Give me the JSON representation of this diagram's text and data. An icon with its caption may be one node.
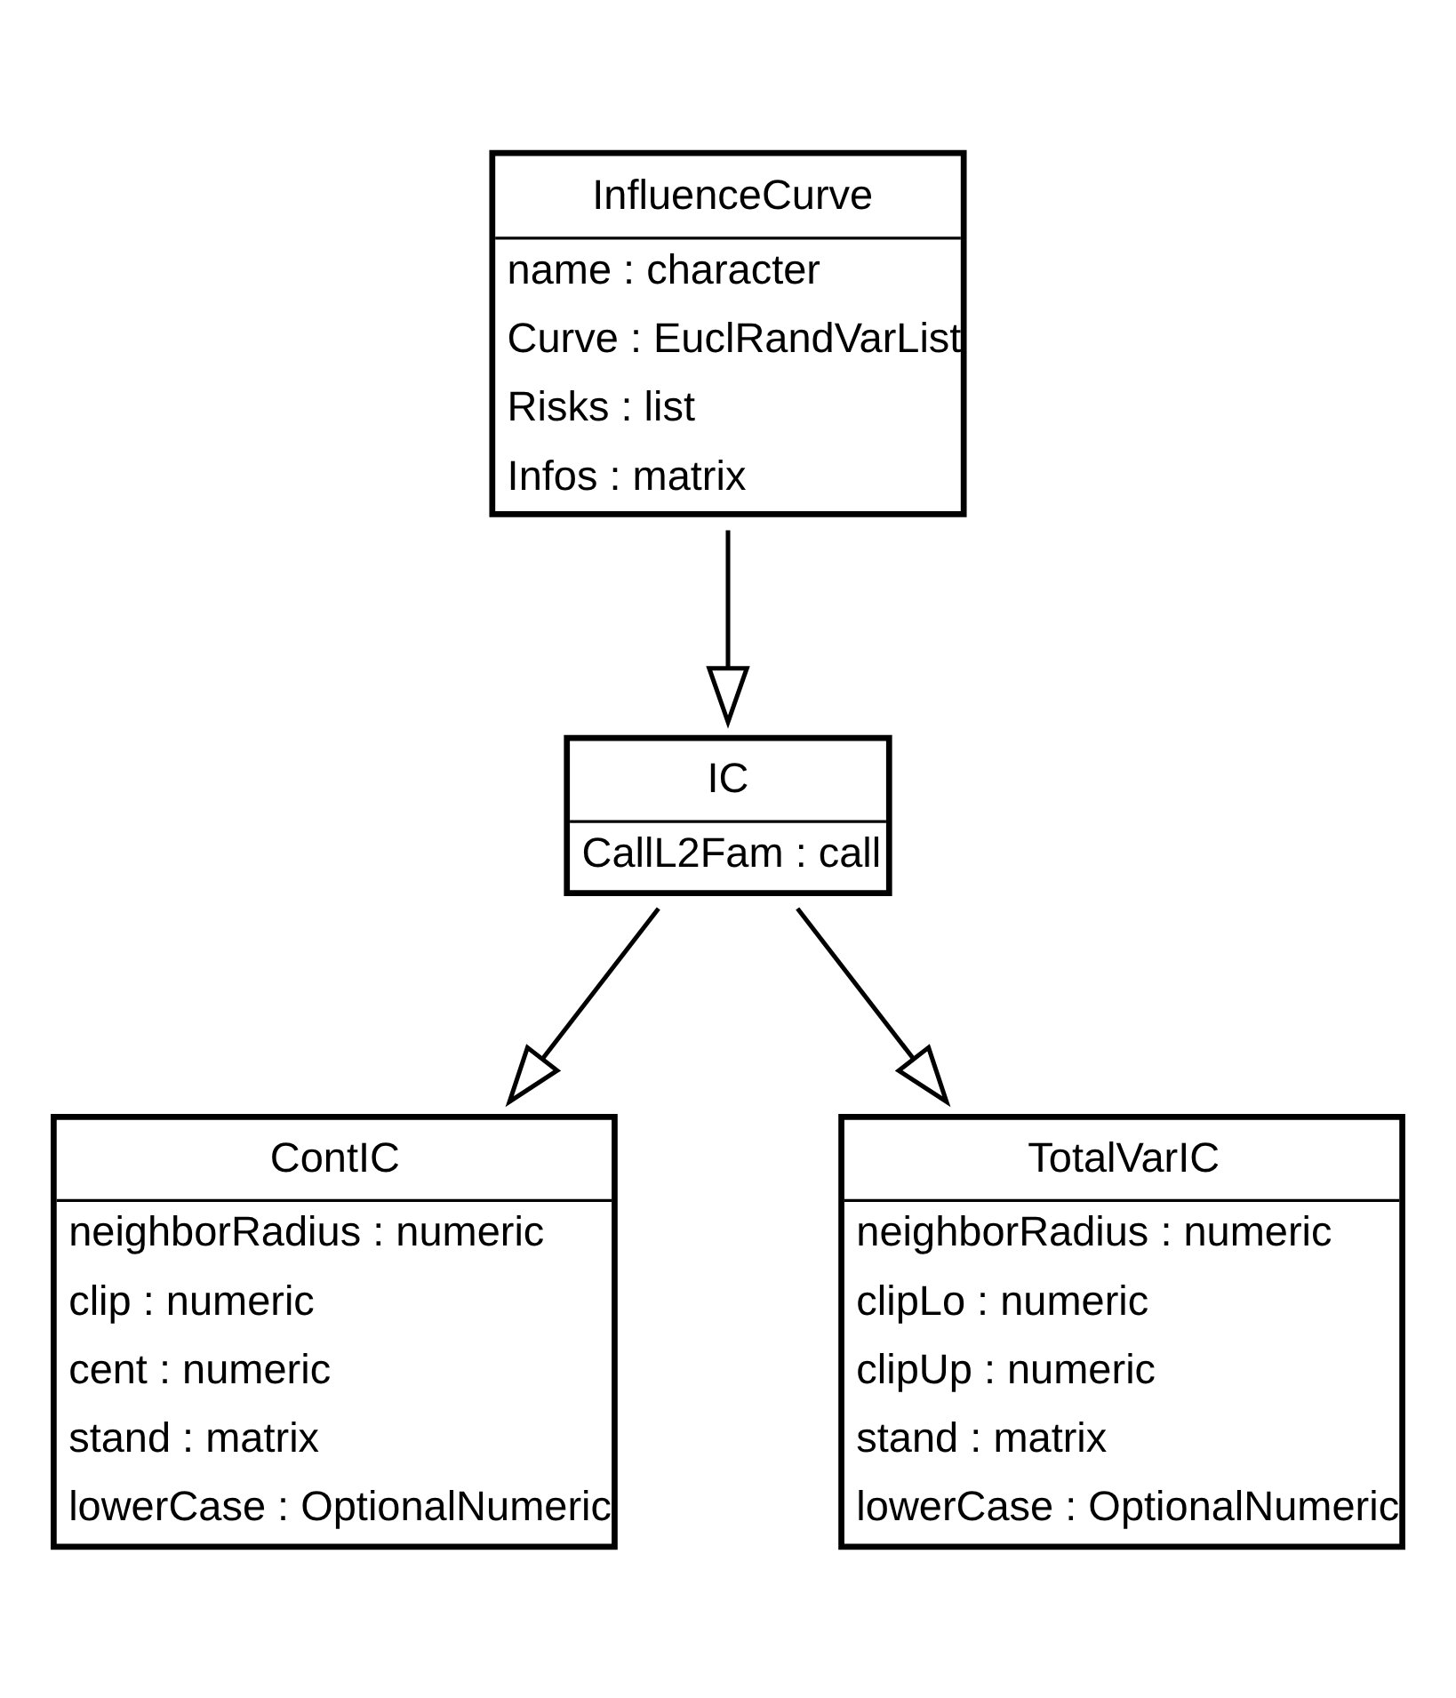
{
  "diagram": {
    "nodes": [
      {
        "text": [
          "InfluenceCurve",
          "name : character",
          "Curve : EuclRandVarList",
          "Risks : list",
          "Infos : matrix"
        ]
      },
      {
        "text": [
          "IC",
          "CallL2Fam : call"
        ]
      },
      {
        "text": [
          "ContIC",
          "neighborRadius : numeric",
          "clip : numeric",
          "cent : numeric",
          "stand : matrix",
          "lowerCase : OptionalNumeric"
        ]
      },
      {
        "text": [
          "TotalVarIC",
          "neighborRadius : numeric",
          "clipLo : numeric",
          "clipUp : numeric",
          "stand : matrix",
          "lowerCase : OptionalNumeric"
        ]
      }
    ],
    "edges": [
      {
        "from": 0,
        "to": 1,
        "arrow": "to"
      },
      {
        "from": 1,
        "to": 2,
        "arrow": "to"
      },
      {
        "from": 1,
        "to": 3,
        "arrow": "to"
      }
    ]
  }
}
